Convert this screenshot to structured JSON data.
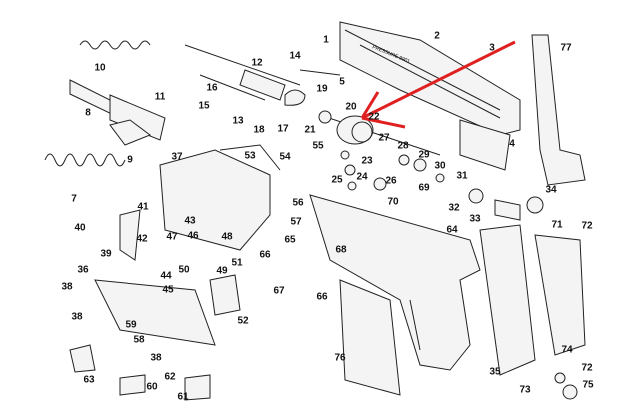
{
  "title": "Exploded parts diagram",
  "slide_marking": "PRESSURE 9901",
  "arrow_color": "#e02020",
  "labels": [
    "1",
    "2",
    "3",
    "77",
    "10",
    "11",
    "12",
    "14",
    "16",
    "5",
    "8",
    "15",
    "13",
    "18",
    "17",
    "19",
    "20",
    "21",
    "22",
    "27",
    "28",
    "29",
    "30",
    "31",
    "4",
    "23",
    "24",
    "25",
    "26",
    "69",
    "32",
    "33",
    "34",
    "9",
    "37",
    "53",
    "54",
    "55",
    "7",
    "41",
    "43",
    "56",
    "57",
    "40",
    "42",
    "47",
    "46",
    "48",
    "65",
    "70",
    "68",
    "64",
    "71",
    "72",
    "36",
    "39",
    "50",
    "49",
    "51",
    "66",
    "67",
    "66",
    "38",
    "44",
    "45",
    "52",
    "35",
    "59",
    "58",
    "38",
    "38",
    "74",
    "72",
    "76",
    "73",
    "75",
    "62",
    "63",
    "60",
    "61"
  ]
}
